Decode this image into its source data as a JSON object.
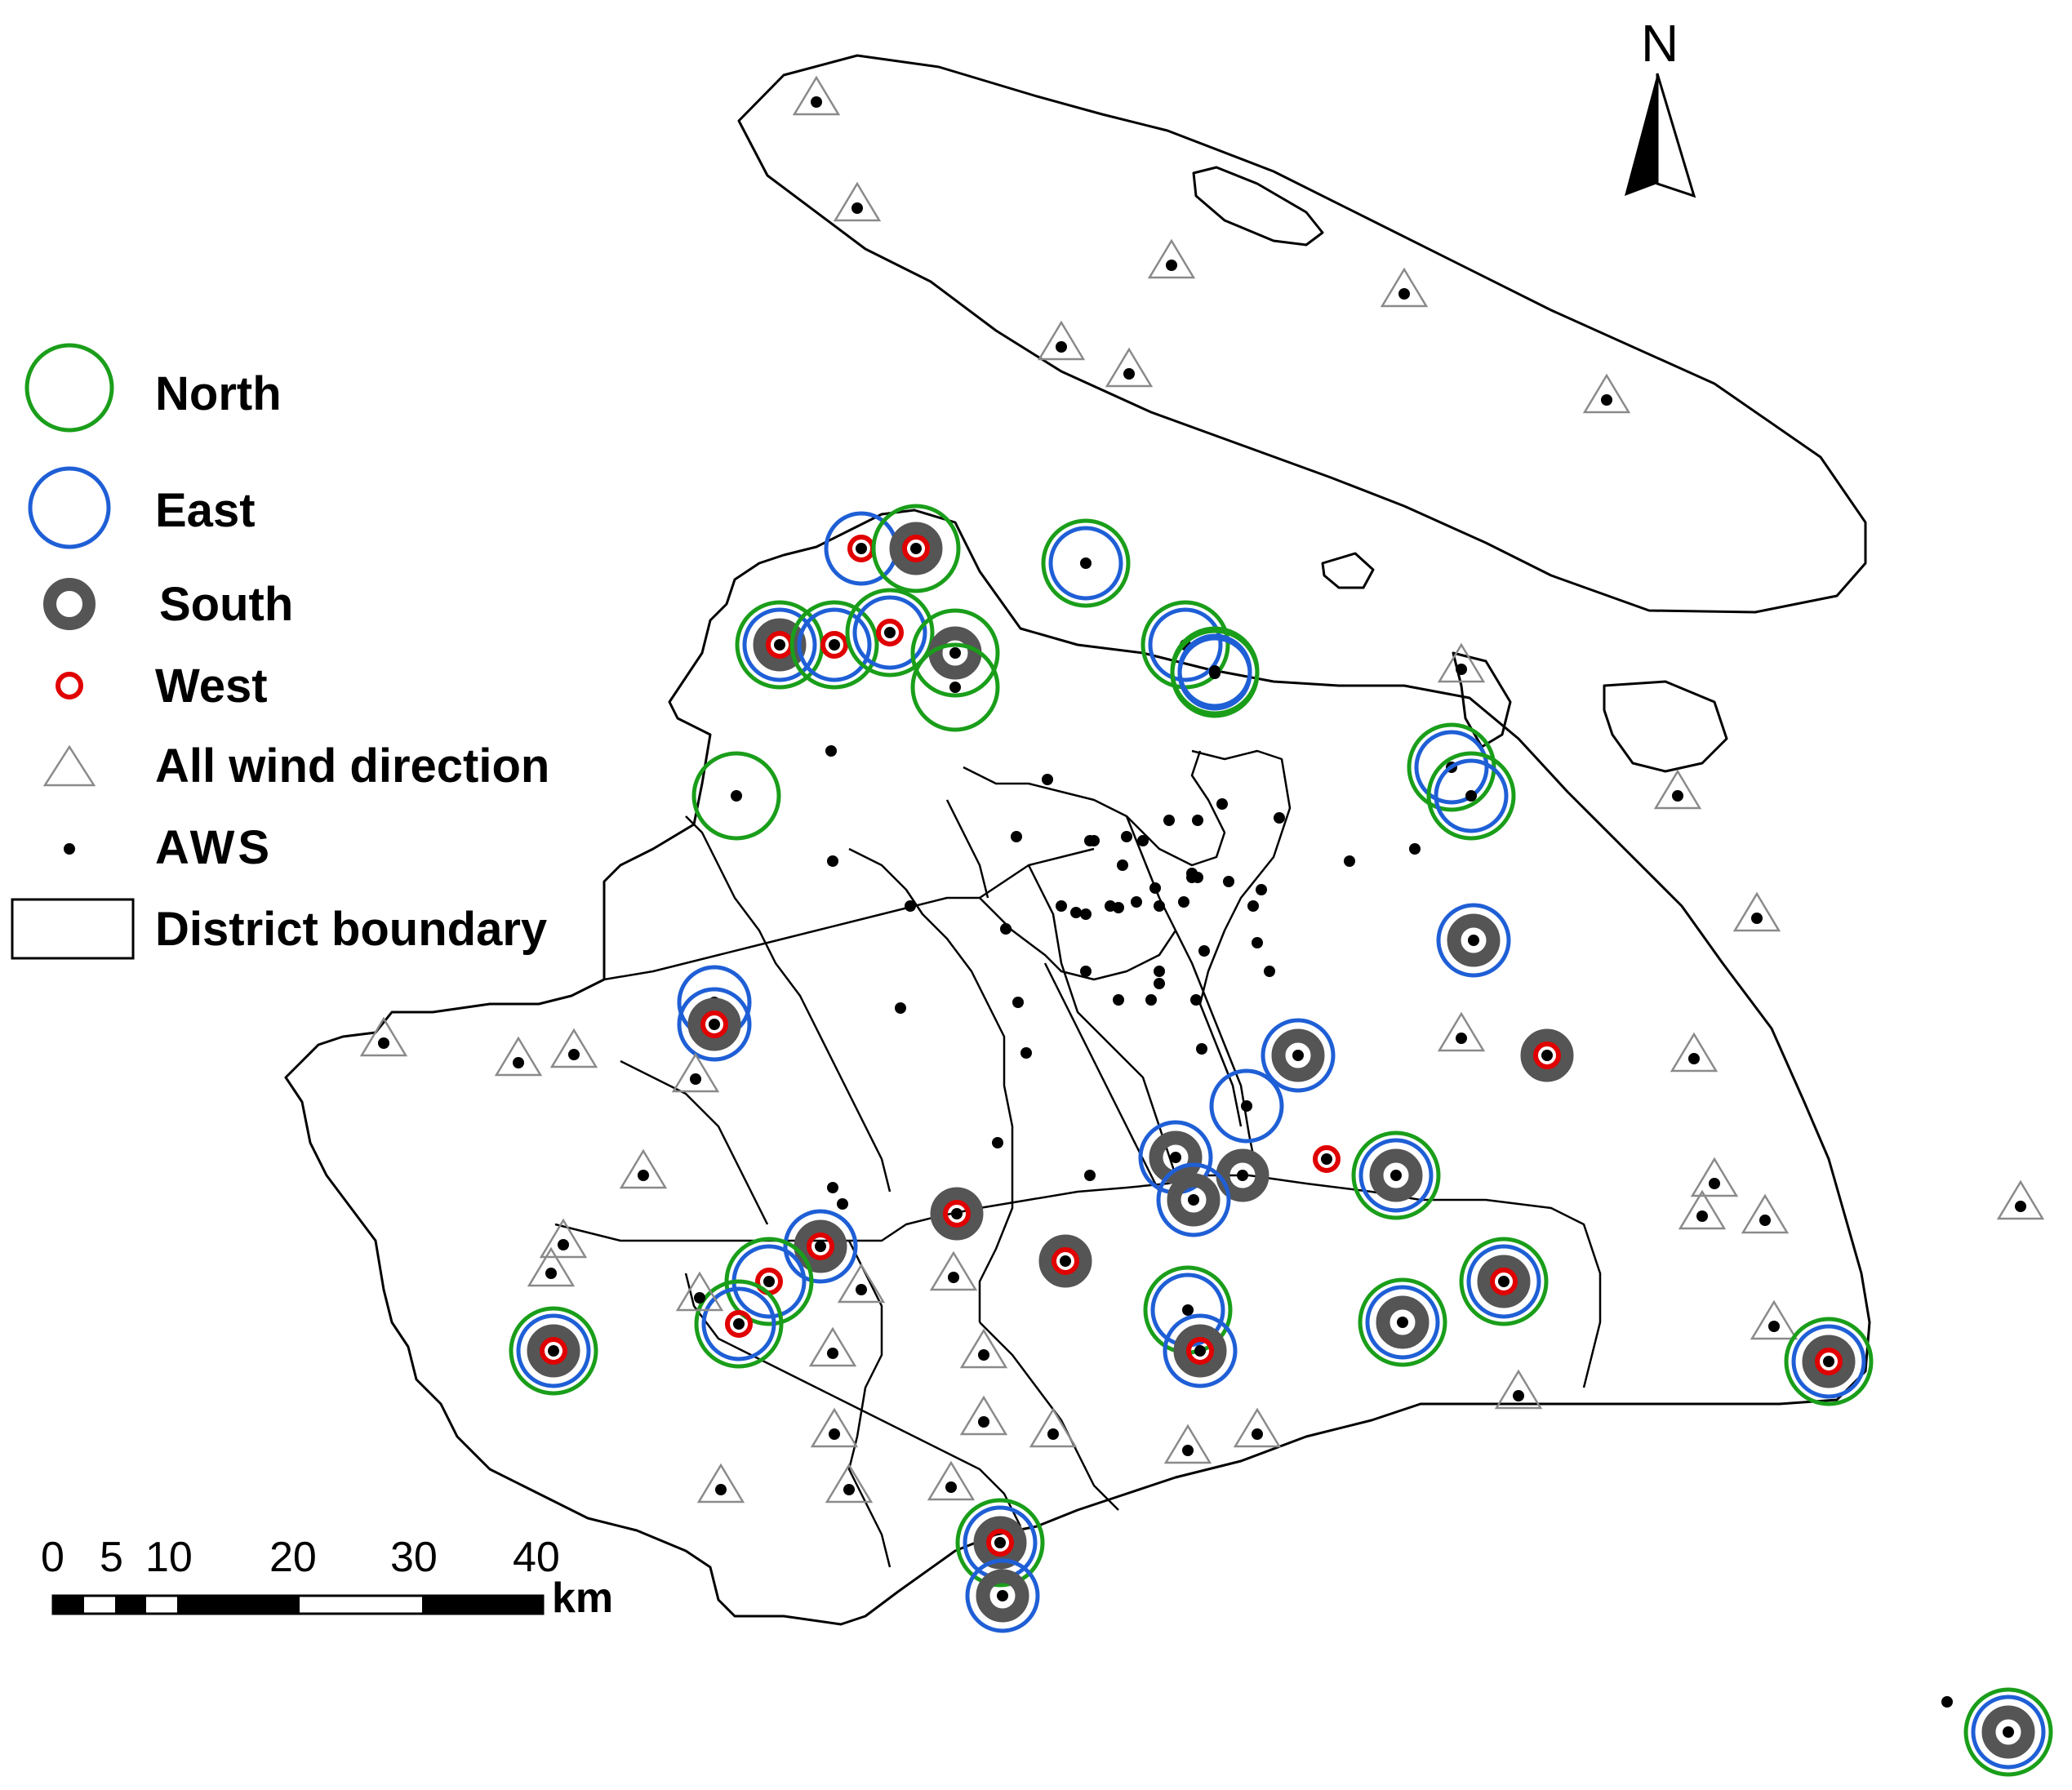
{
  "legend": {
    "north": "North",
    "east": "East",
    "south": "South",
    "west": "West",
    "all": "All wind direction",
    "aws": "AWS",
    "boundary": "District boundary"
  },
  "north_arrow": "N",
  "scale": {
    "ticks": [
      "0",
      "5",
      "10",
      "20",
      "30",
      "40"
    ],
    "unit": "km"
  },
  "colors": {
    "north": "#1a9e1a",
    "east": "#1f5fd6",
    "south": "#555555",
    "west": "#e00000",
    "aws": "#000000",
    "triangle": "#8a8a8a"
  }
}
